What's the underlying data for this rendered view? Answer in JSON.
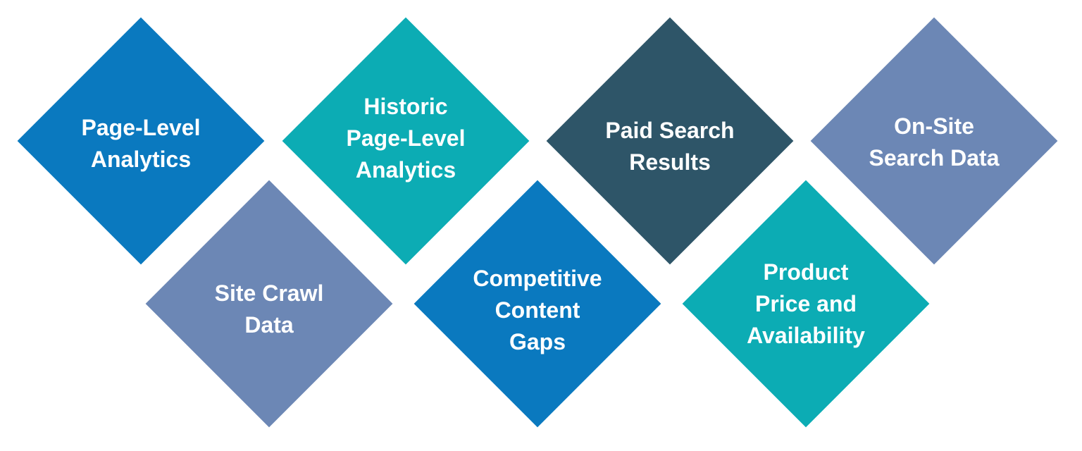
{
  "diagram": {
    "items": [
      {
        "label": "Page-Level\nAnalytics",
        "color": "#0A79BF"
      },
      {
        "label": "Historic\nPage-Level\nAnalytics",
        "color": "#0CACB4"
      },
      {
        "label": "Paid Search\nResults",
        "color": "#2E5568"
      },
      {
        "label": "On-Site\nSearch Data",
        "color": "#6C87B5"
      },
      {
        "label": "Site Crawl\nData",
        "color": "#6C87B5"
      },
      {
        "label": "Competitive\nContent\nGaps",
        "color": "#0A79BF"
      },
      {
        "label": "Product\nPrice and\nAvailability",
        "color": "#0CACB4"
      }
    ]
  }
}
